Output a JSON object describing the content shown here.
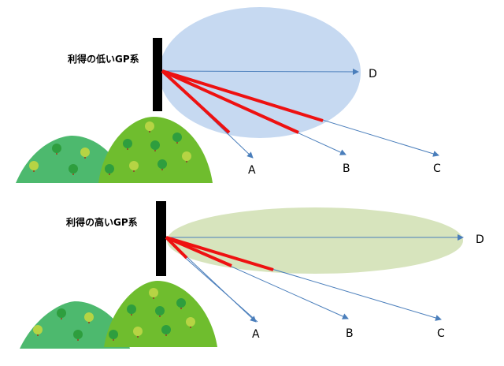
{
  "panels": [
    {
      "title": "利得の低いGP系",
      "labels": {
        "A": "A",
        "B": "B",
        "C": "C",
        "D": "D"
      },
      "lobe_color": "#c6d9f1"
    },
    {
      "title": "利得の高いGP系",
      "labels": {
        "A": "A",
        "B": "B",
        "C": "C",
        "D": "D"
      },
      "lobe_color": "#d7e4bd"
    }
  ],
  "colors": {
    "antenna": "#000000",
    "beam": "#ee1111",
    "arrow": "#4a7ebb",
    "hill_dark": "#4db96e",
    "hill_light": "#6fbd2e",
    "tree": "#2e9e3e",
    "tree_light": "#b6d444",
    "trunk": "#8b5a2b"
  }
}
